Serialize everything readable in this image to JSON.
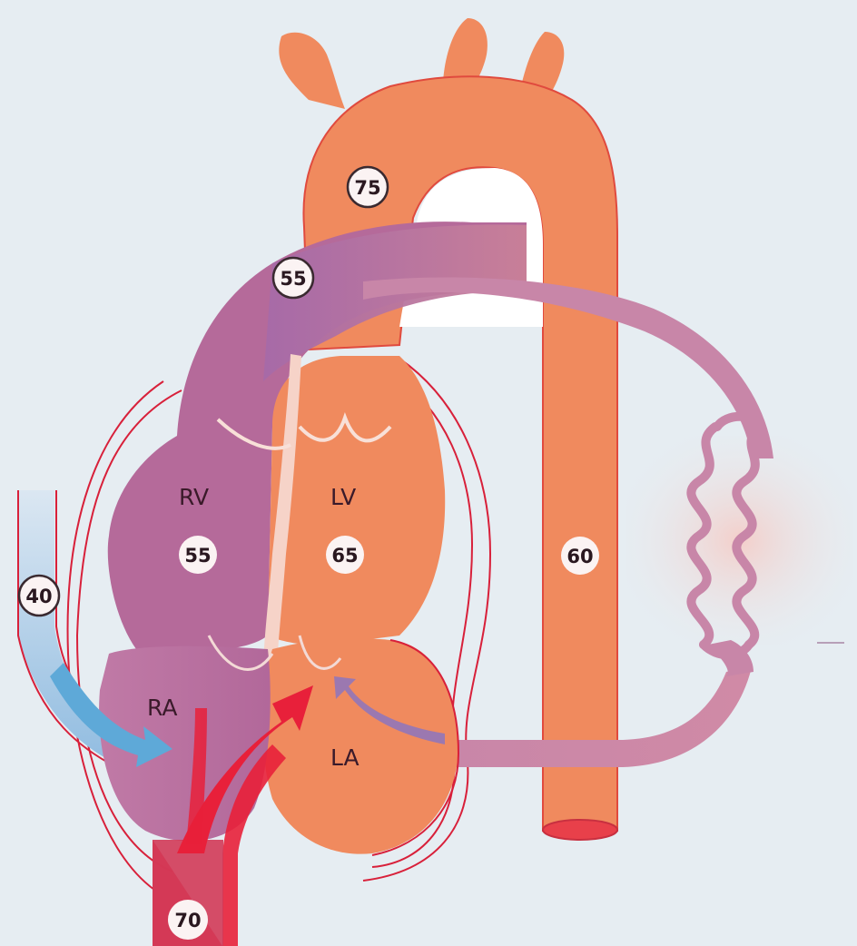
{
  "chambers": {
    "rv": "RV",
    "lv": "LV",
    "ra": "RA",
    "la": "LA"
  },
  "saturations": {
    "aorta": "75",
    "pulmonary_artery": "55",
    "rv": "55",
    "lv": "65",
    "descending_aorta": "60",
    "svc": "40",
    "umbilical_vein": "70"
  },
  "colors": {
    "background": "#e6edf2",
    "oxygenated": "#f08a5e",
    "mixed": "#b56a9a",
    "deoxygenated": "#7fb0d8",
    "inflow": "#e8203a",
    "outline": "#d8203a"
  }
}
